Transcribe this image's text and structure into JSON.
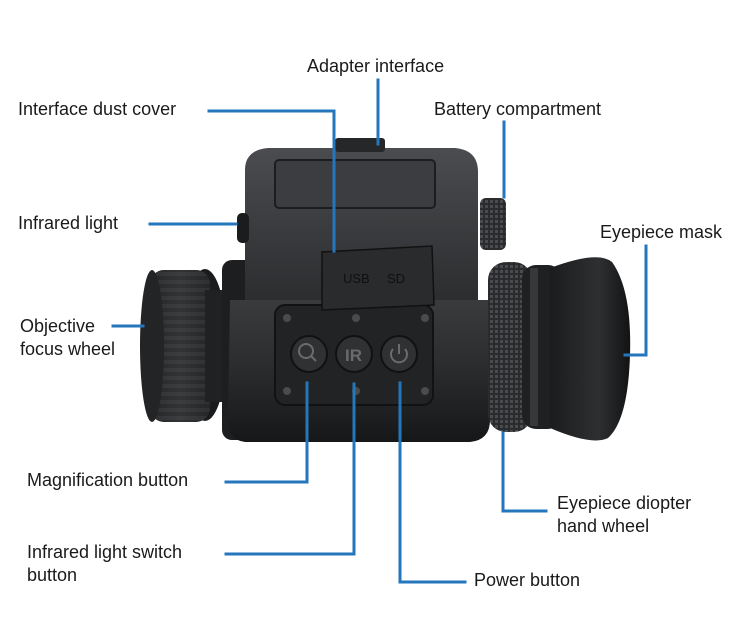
{
  "colors": {
    "leader": "#2476bd",
    "text": "#1a1a1a",
    "device_body": "#2b2c2e",
    "device_shadow": "#151617",
    "device_highlight": "#55575a",
    "glass": "#3a3b3d"
  },
  "callouts": [
    {
      "id": "adapter-interface",
      "lines": [
        "Adapter interface"
      ]
    },
    {
      "id": "interface-dust-cover",
      "lines": [
        "Interface dust cover"
      ]
    },
    {
      "id": "battery-compartment",
      "lines": [
        "Battery compartment"
      ]
    },
    {
      "id": "infrared-light",
      "lines": [
        "Infrared light"
      ]
    },
    {
      "id": "eyepiece-mask",
      "lines": [
        "Eyepiece mask"
      ]
    },
    {
      "id": "objective-focus-wheel",
      "lines": [
        "Objective",
        "focus wheel"
      ]
    },
    {
      "id": "magnification-button",
      "lines": [
        "Magnification button"
      ]
    },
    {
      "id": "eyepiece-diopter-hand-wheel",
      "lines": [
        "Eyepiece diopter",
        "hand wheel"
      ]
    },
    {
      "id": "infrared-light-switch-button",
      "lines": [
        "Infrared light switch",
        "button"
      ]
    },
    {
      "id": "power-button",
      "lines": [
        "Power button"
      ]
    }
  ],
  "device": {
    "port_labels": [
      "USB",
      "SD"
    ],
    "button_glyph": "IR"
  }
}
